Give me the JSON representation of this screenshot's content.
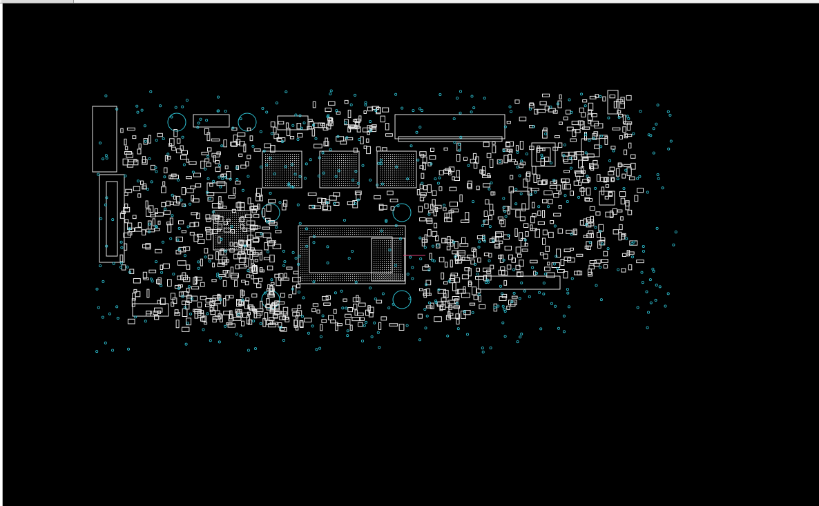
{
  "window": {
    "tab_label": ""
  },
  "viewer": {
    "background": "#000000",
    "outline_color": "#e8e8e8",
    "pad_color": "#2ec4d6",
    "marker_color": "#e0407a"
  },
  "board": {
    "components": [
      {
        "type": "connector",
        "name": "left-connector-top"
      },
      {
        "type": "connector",
        "name": "left-connector-bottom"
      },
      {
        "type": "bga",
        "name": "memory-chip-1"
      },
      {
        "type": "bga",
        "name": "memory-chip-2"
      },
      {
        "type": "bga",
        "name": "memory-chip-3"
      },
      {
        "type": "bga",
        "name": "pch-chip"
      },
      {
        "type": "bga",
        "name": "cpu-chip"
      },
      {
        "type": "qfn",
        "name": "controller-chip"
      },
      {
        "type": "connector",
        "name": "top-fpc-connector"
      },
      {
        "type": "connector",
        "name": "bottom-fpc-connector"
      }
    ]
  }
}
